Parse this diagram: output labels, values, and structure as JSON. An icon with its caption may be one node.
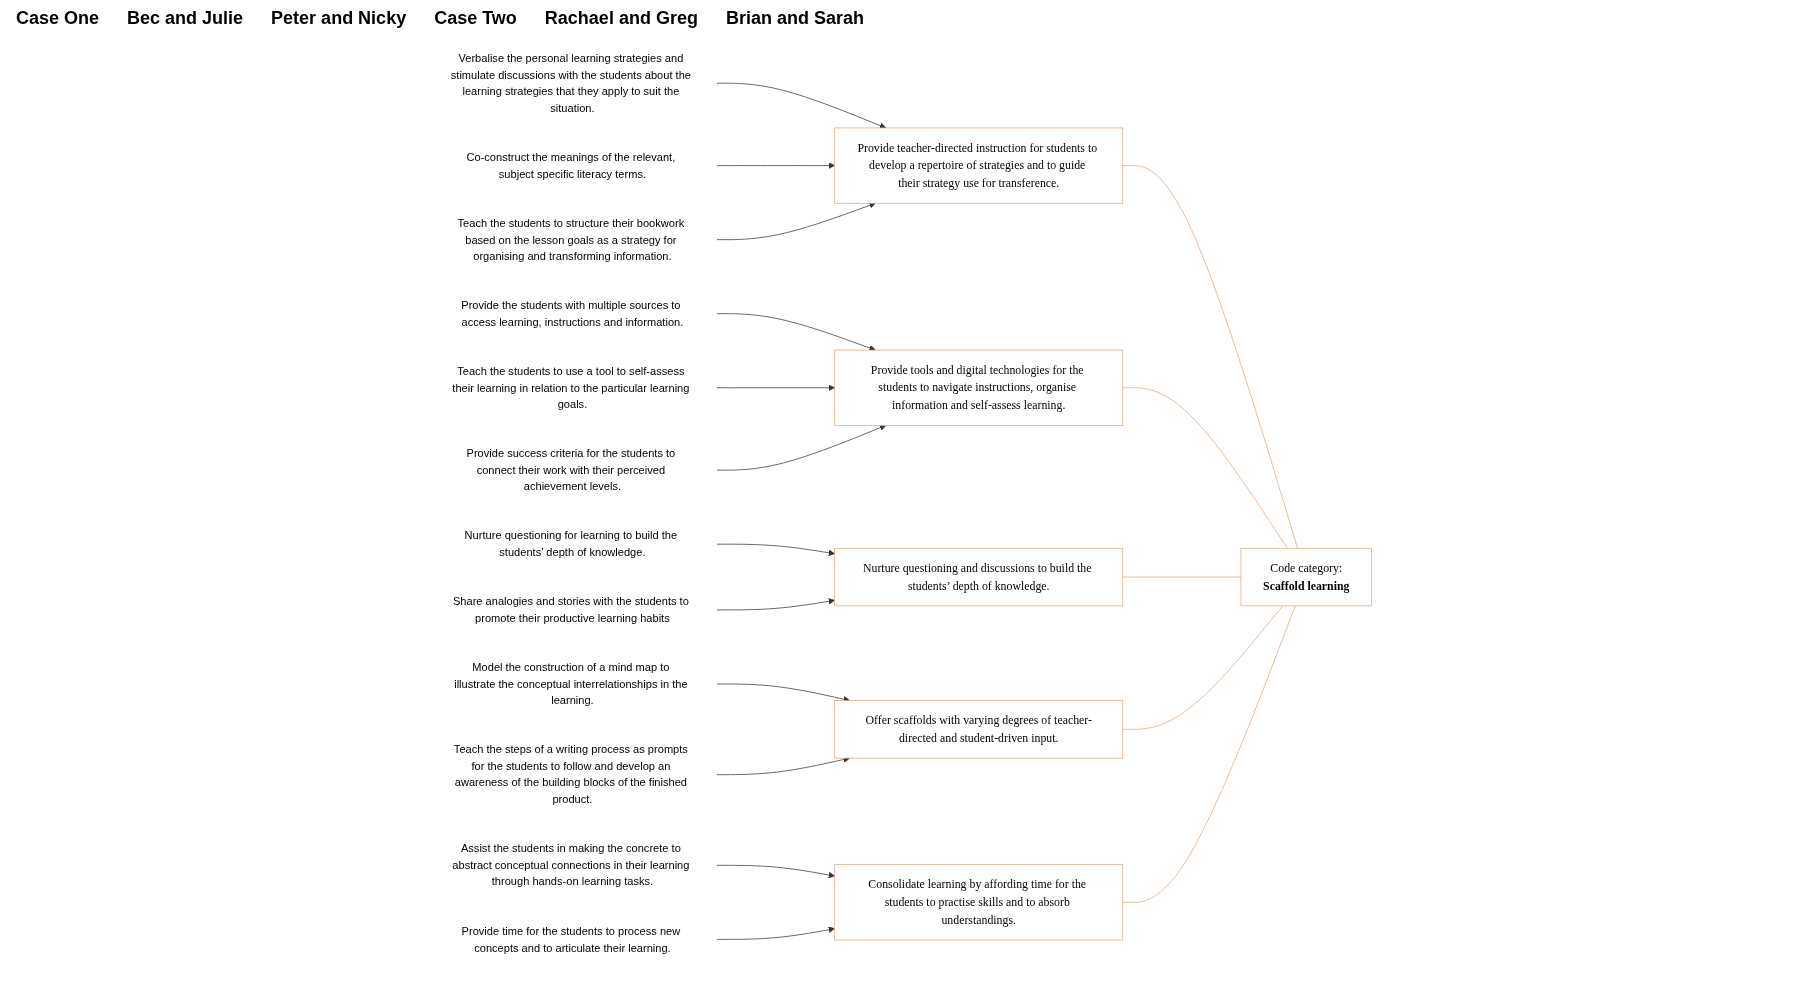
{
  "diagram": {
    "nodes": [
      {
        "text": [
          "Provide the students with multiple sources to access learning, instructions and information."
        ]
      },
      {
        "text": [
          "Nurture questioning for learning to build the students’ depth of knowledge."
        ]
      },
      {
        "text": [
          "Teach the students to use a tool to self-assess their learning in relation to the particular learning goals."
        ]
      },
      {
        "text": [
          "Verbalise the personal learning strategies and stimulate discussions with the students about the learning strategies that they apply to suit the situation."
        ]
      },
      {
        "text": [
          "Model the construction of a mind map to illustrate the conceptual interrelationships in the learning."
        ]
      },
      {
        "text": [
          "Teach the steps of a writing process as prompts for the students to follow and develop an awareness of the building blocks of the finished product."
        ]
      },
      {
        "text": [
          "Assist the students in making the concrete to abstract conceptual connections in their learning through hands-on learning tasks."
        ]
      },
      {
        "text": [
          "Co-construct the meanings of the relevant, subject specific literacy terms."
        ]
      },
      {
        "text": [
          "Teach the students to structure their bookwork based on the lesson goals as a strategy for organising and transforming information."
        ]
      },
      {
        "text": [
          "Provide success criteria for the students to connect their work with their perceived achievement levels."
        ]
      },
      {
        "text": [
          "Provide time for the students to process new concepts and to articulate their learning."
        ]
      },
      {
        "text": [
          "Share analogies and stories with the students to promote their productive learning habits"
        ]
      },
      {
        "text": [
          "Code category:",
          "Scaffold learning"
        ]
      },
      {
        "text": [
          "Provide teacher-directed instruction for students to develop a repertoire of strategies and to guide their strategy use for transference."
        ]
      },
      {
        "text": [
          "Provide tools and digital technologies for the students to navigate instructions, organise information and self-assess learning."
        ]
      },
      {
        "text": [
          "Nurture questioning and discussions to build the students’ depth of knowledge."
        ]
      },
      {
        "text": [
          "Offer scaffolds with varying degrees of teacher-directed and student-driven input."
        ]
      },
      {
        "text": [
          "Consolidate learning by affording time for the students to practise skills and to absorb understandings."
        ]
      }
    ],
    "edges": [
      {
        "from": 0,
        "to": 14,
        "arrow": "to"
      },
      {
        "from": 1,
        "to": 15,
        "arrow": "to"
      },
      {
        "from": 2,
        "to": 14,
        "arrow": "to"
      },
      {
        "from": 3,
        "to": 13,
        "arrow": "to"
      },
      {
        "from": 4,
        "to": 16,
        "arrow": "to"
      },
      {
        "from": 5,
        "to": 16,
        "arrow": "to"
      },
      {
        "from": 6,
        "to": 17,
        "arrow": "to"
      },
      {
        "from": 7,
        "to": 13,
        "arrow": "to"
      },
      {
        "from": 8,
        "to": 13,
        "arrow": "to"
      },
      {
        "from": 9,
        "to": 14,
        "arrow": "to"
      },
      {
        "from": 10,
        "to": 17,
        "arrow": "to"
      },
      {
        "from": 11,
        "to": 15,
        "arrow": "to"
      },
      {
        "from": 12,
        "to": 13,
        "arrow": "none",
        "color": "#e2a77a"
      },
      {
        "from": 12,
        "to": 14,
        "arrow": "none",
        "color": "#e2a77a"
      },
      {
        "from": 12,
        "to": 15,
        "arrow": "none",
        "color": "#e2a77a"
      },
      {
        "from": 12,
        "to": 16,
        "arrow": "none",
        "color": "#e2a77a"
      },
      {
        "from": 12,
        "to": 17,
        "arrow": "none",
        "color": "#e2a77a"
      }
    ],
    "labels": [
      "Case One",
      "Bec and Julie",
      "Peter and Nicky",
      "Case Two",
      "Rachael and Greg",
      "Brian and Sarah"
    ]
  }
}
